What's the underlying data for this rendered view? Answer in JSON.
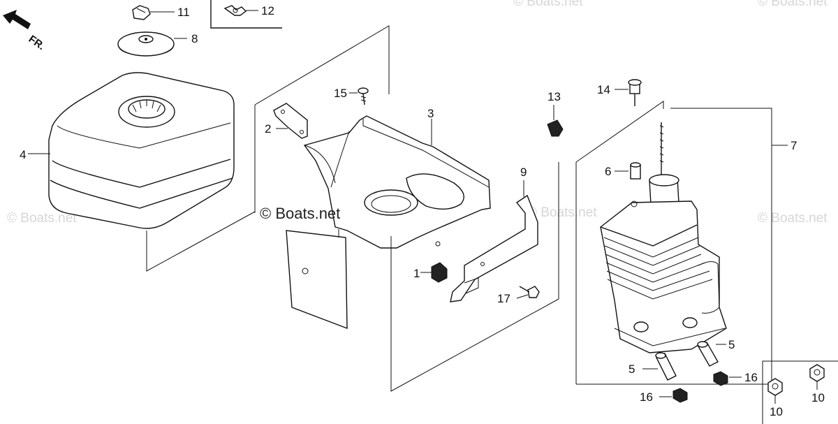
{
  "direction_marker": {
    "label": "FR."
  },
  "watermark": {
    "main": "© Boats.net",
    "faint": "© Boats.net"
  },
  "callouts": {
    "c1": "1",
    "c2": "2",
    "c3": "3",
    "c4": "4",
    "c5a": "5",
    "c5b": "5",
    "c6": "6",
    "c7": "7",
    "c8": "8",
    "c9": "9",
    "c10a": "10",
    "c10b": "10",
    "c11": "11",
    "c12": "12",
    "c13": "13",
    "c14": "14",
    "c15": "15",
    "c16a": "16",
    "c16b": "16",
    "c17": "17"
  },
  "colors": {
    "line": "#111111",
    "background": "#ffffff",
    "watermark": "#d6d6d6"
  }
}
